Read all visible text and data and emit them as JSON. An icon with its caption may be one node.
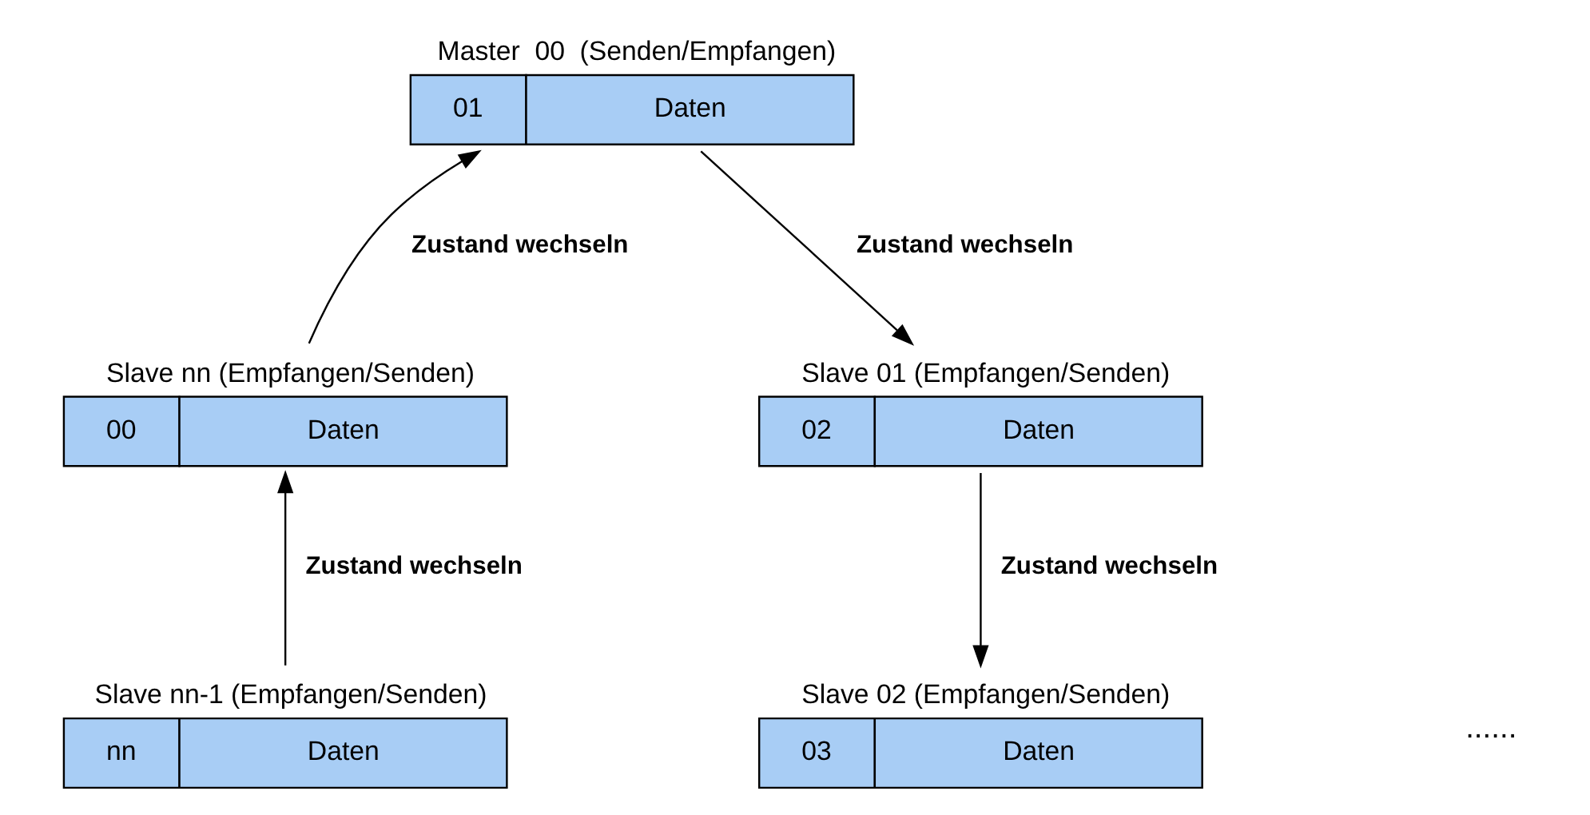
{
  "diagram": {
    "nodes": [
      {
        "text": [
          "Master  00  (Senden/Empfangen)",
          "01",
          "Daten"
        ]
      },
      {
        "text": [
          "Slave nn (Empfangen/Senden)",
          "00",
          "Daten"
        ]
      },
      {
        "text": [
          "Slave 01 (Empfangen/Senden)",
          "02",
          "Daten"
        ]
      },
      {
        "text": [
          "Slave nn-1 (Empfangen/Senden)",
          "nn",
          "Daten"
        ]
      },
      {
        "text": [
          "Slave 02 (Empfangen/Senden)",
          "03",
          "Daten"
        ]
      }
    ],
    "edges": [
      {
        "from": 1,
        "to": 0,
        "arrow": "to",
        "label": "Zustand wechseln"
      },
      {
        "from": 0,
        "to": 2,
        "arrow": "to",
        "label": "Zustand wechseln"
      },
      {
        "from": 2,
        "to": 4,
        "arrow": "to",
        "label": "Zustand wechseln"
      },
      {
        "from": 3,
        "to": 1,
        "arrow": "to",
        "label": "Zustand wechseln"
      }
    ],
    "labels": [
      "......"
    ]
  }
}
